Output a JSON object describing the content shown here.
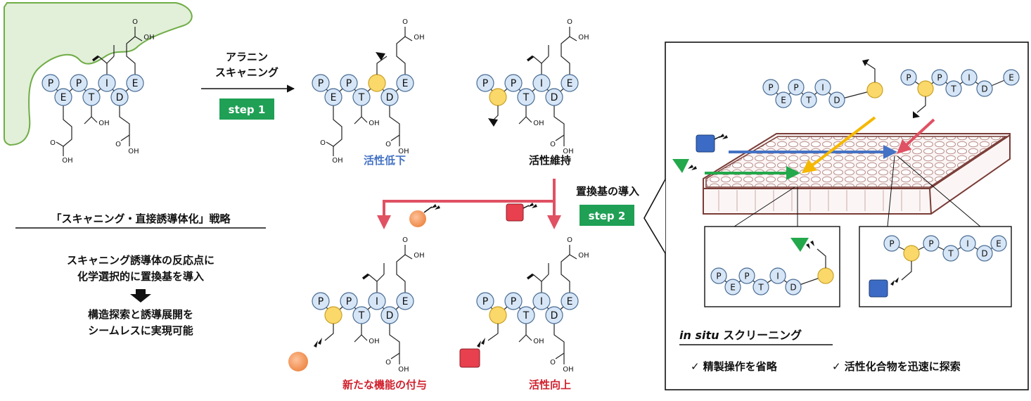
{
  "peptide_letters": [
    "P",
    "E",
    "P",
    "T",
    "I",
    "D",
    "E"
  ],
  "chem": {
    "cooh": "OH",
    "cooh_o": "O",
    "oh": "OH"
  },
  "scheme": {
    "step1_label_line1": "アラニン",
    "step1_label_line2": "スキャニング",
    "step1_badge": "step 1",
    "result_decrease": "活性低下",
    "result_maintain": "活性維持",
    "step2_label": "置換基の導入",
    "step2_badge": "step 2",
    "result_new_function": "新たな機能の付与",
    "result_improve": "活性向上"
  },
  "strategy": {
    "title": "「スキャニング・直接誘導体化」戦略",
    "line1": "スキャニング誘導体の反応点に",
    "line2": "化学選択的に置換基を導入",
    "line3": "構造探索と誘導展開を",
    "line4": "シームレスに実現可能"
  },
  "panel": {
    "title_italic": "in situ",
    "title_rest": " スクリーニング",
    "check1": "✓ 精製操作を省略",
    "check2": "✓ 活性化合物を迅速に探索"
  },
  "colors": {
    "bead_fill": "#d6e6f7",
    "bead_stroke": "#4a6c93",
    "ala_fill": "#fbd86a",
    "green_bg": "#e2efd9",
    "green_edge": "#70ad47",
    "badge": "#1fa055",
    "blue_text": "#4472c4",
    "red_text": "#d0212e",
    "red_arrow": "#e05163",
    "blue_arrow": "#4472c4",
    "yellow_arrow": "#f5b800",
    "green_arrow": "#23a84b",
    "plate": "#7a3c37"
  }
}
